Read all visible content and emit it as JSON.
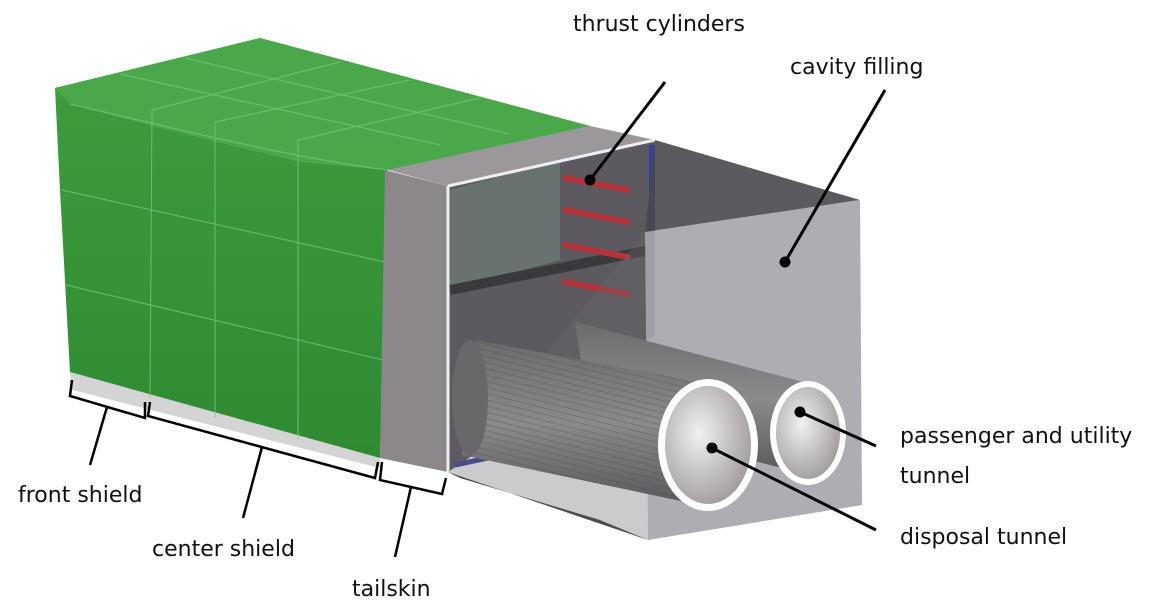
{
  "labels": {
    "thrust_cylinders": "thrust cylinders",
    "cavity_filling": "cavity filling",
    "passenger_line1": "passenger and utility",
    "passenger_line2": "tunnel",
    "disposal_tunnel": "disposal tunnel",
    "front_shield": "front shield",
    "center_shield": "center shield",
    "tailskin": "tailskin"
  },
  "colors": {
    "shield_green": "#3e9a3e",
    "shield_top_green": "#4fae4f",
    "tailskin_gray": "#8f8a8e",
    "cavity_gray": "#a6a3ab",
    "frame_blue": "#3a3f9a",
    "cylinder_red": "#b3343a"
  }
}
